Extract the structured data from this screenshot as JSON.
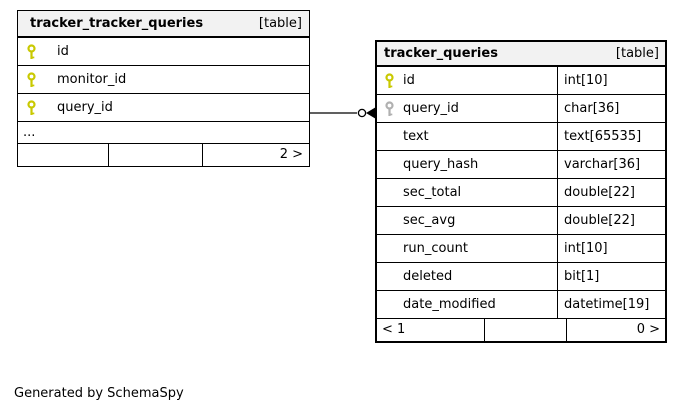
{
  "footer_note": "Generated by SchemaSpy",
  "colors": {
    "background": "#ffffff",
    "border": "#000000",
    "header_bg": "#f2f2f2",
    "primary_key_icon": "#c9c900",
    "foreign_key_icon": "#b0b0b0"
  },
  "connector": {
    "from_table": "tracker_tracker_queries",
    "from_column": "query_id",
    "to_table": "tracker_queries",
    "to_column": "query_id",
    "end_style": "circle-and-crowfoot"
  },
  "tables": {
    "left": {
      "name": "tracker_tracker_queries",
      "tag": "[table]",
      "columns": [
        {
          "name": "id",
          "key": "primary"
        },
        {
          "name": "monitor_id",
          "key": "primary"
        },
        {
          "name": "query_id",
          "key": "primary"
        }
      ],
      "ellipsis": "...",
      "footer": [
        "",
        "",
        "2 >"
      ]
    },
    "right": {
      "name": "tracker_queries",
      "tag": "[table]",
      "columns": [
        {
          "name": "id",
          "type": "int[10]",
          "key": "primary"
        },
        {
          "name": "query_id",
          "type": "char[36]",
          "key": "foreign"
        },
        {
          "name": "text",
          "type": "text[65535]"
        },
        {
          "name": "query_hash",
          "type": "varchar[36]"
        },
        {
          "name": "sec_total",
          "type": "double[22]"
        },
        {
          "name": "sec_avg",
          "type": "double[22]"
        },
        {
          "name": "run_count",
          "type": "int[10]"
        },
        {
          "name": "deleted",
          "type": "bit[1]"
        },
        {
          "name": "date_modified",
          "type": "datetime[19]"
        }
      ],
      "footer": [
        "< 1",
        "",
        "0 >"
      ]
    }
  }
}
